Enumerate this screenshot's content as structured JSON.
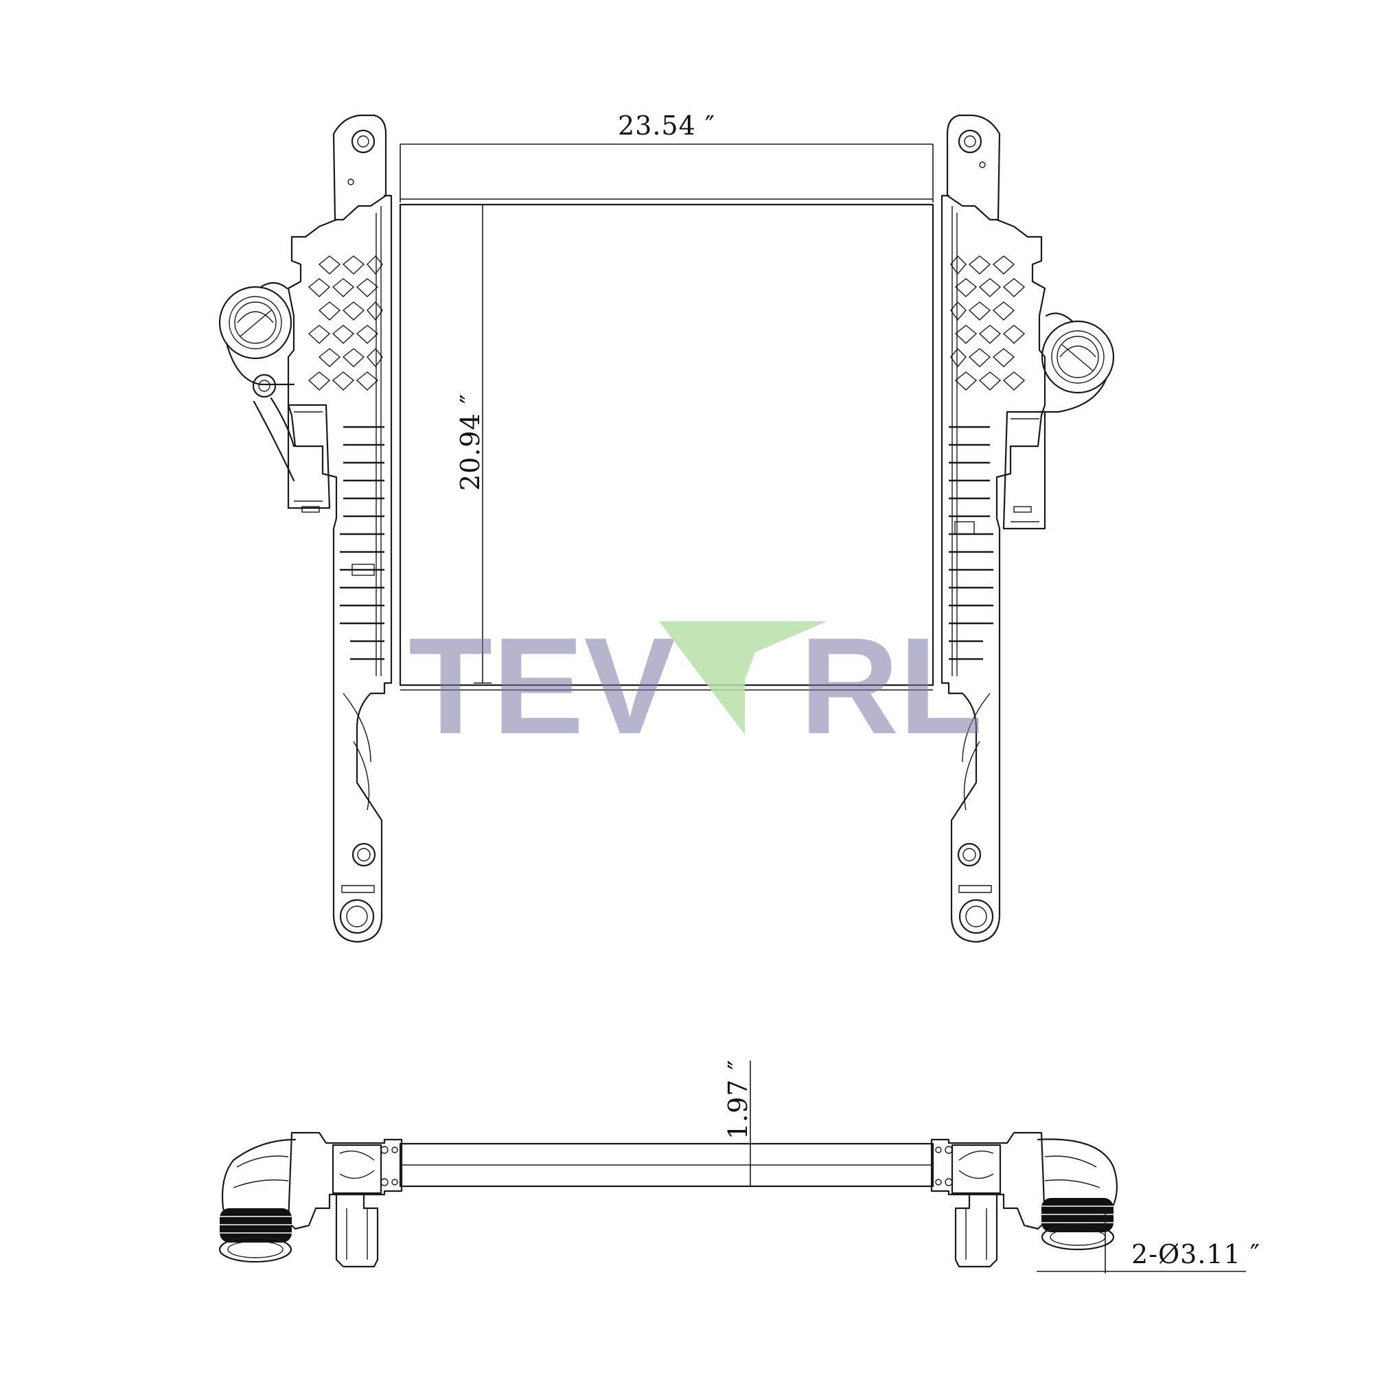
{
  "dimensions": {
    "core_width": "23.54 ″",
    "core_height": "20.94 ″",
    "core_thickness": "1.97 ″",
    "outlet_diameter": "2-Ø3.11 ″"
  },
  "watermark": {
    "text_left": "TEV",
    "text_right": "RL",
    "text_color": "#7d7aa6",
    "mark_color": "#b8e0a8"
  }
}
